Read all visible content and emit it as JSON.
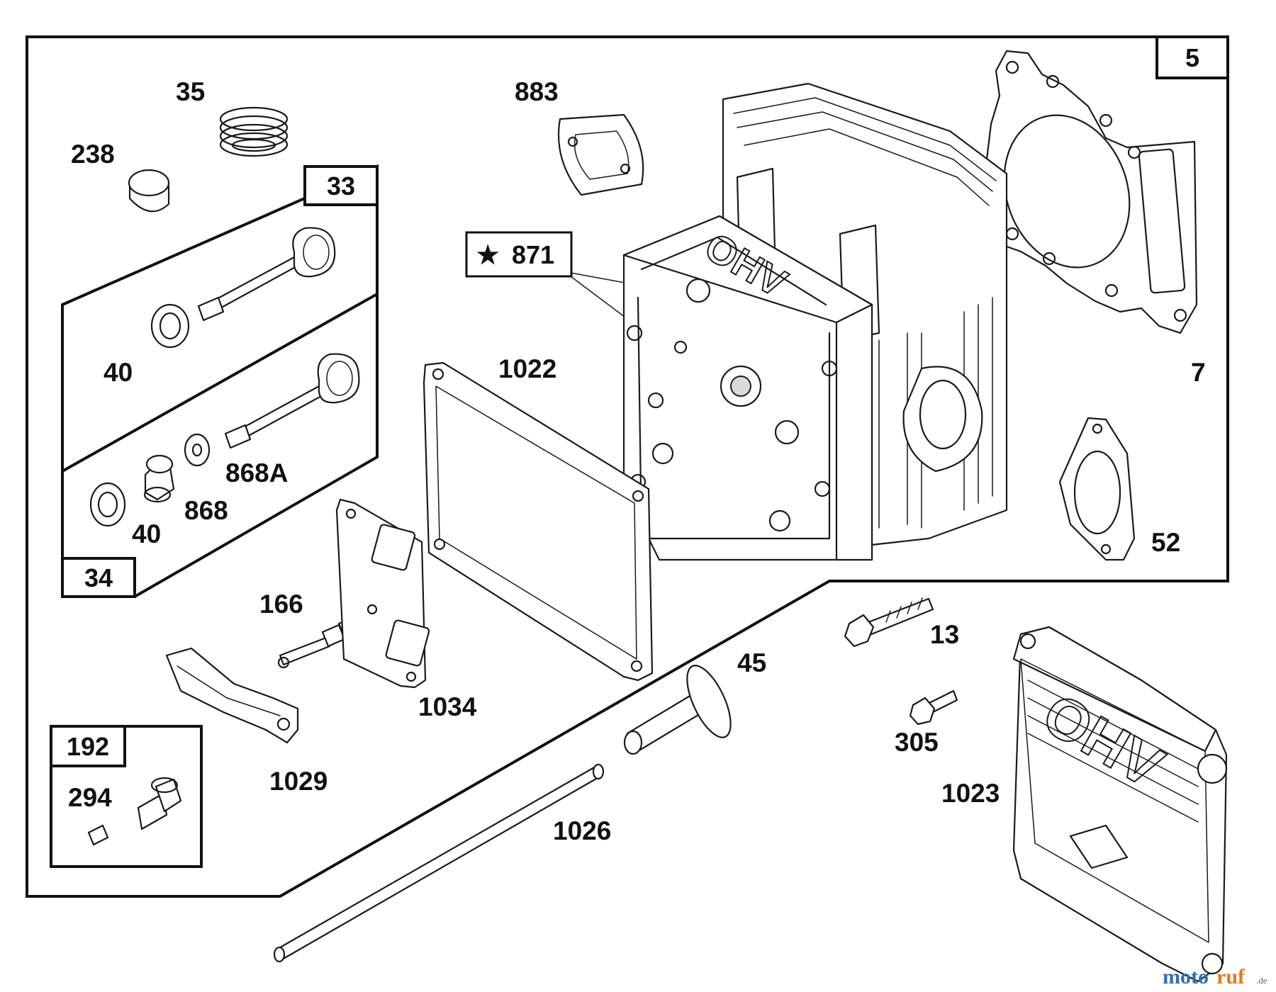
{
  "group_tags": {
    "main": "5",
    "intake_valve": "33",
    "exhaust_valve": "34",
    "breather_kit": "192"
  },
  "callout": {
    "star": "★",
    "number": "871"
  },
  "labels": {
    "p35": "35",
    "p238": "238",
    "p883": "883",
    "p7": "7",
    "p40a": "40",
    "p40b": "40",
    "p868a": "868A",
    "p868": "868",
    "p1022": "1022",
    "p52": "52",
    "p166": "166",
    "p13": "13",
    "p45": "45",
    "p1034": "1034",
    "p305": "305",
    "p1029": "1029",
    "p1023": "1023",
    "p294": "294",
    "p1026": "1026"
  },
  "emboss": {
    "head": "OHV",
    "cover": "OHV"
  },
  "watermark": {
    "brand_left": "moto",
    "brand_right": "ruf",
    "suffix": ".de",
    "colors": {
      "left": "#2f6fb3",
      "right": "#e07a1f"
    }
  }
}
